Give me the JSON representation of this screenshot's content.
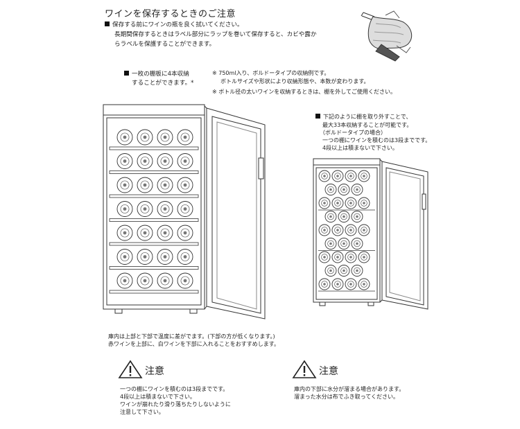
{
  "page_title": "ワインを保存するときのご注意",
  "intro": {
    "line1": "保存する前にワインの瓶を良く拭いてください。",
    "line2": "長期間保存するときはラベル部分にラップを巻いて保存すると、カビや露か",
    "line3": "らラベルを保護することができます。"
  },
  "capacity_note": {
    "line1": "一枚の棚板に4本収納",
    "line2": "することができます。*"
  },
  "footnotes": {
    "note1_line1": "※ 750ml入り、ボルドータイプの収納例です。",
    "note1_line2": "ボトルサイズや形状により収納形態や、本数が変わります。",
    "note2": "※ ボトル径の太いワインを収納するときは、棚を外してご使用ください。"
  },
  "removal_note": {
    "line1": "下記のように棚を取り外すことで、",
    "line2": "最大33本収納することが可能です。",
    "line3": "（ボルドータイプの場合）",
    "line4": "一つの棚にワインを積むのは3段までです。",
    "line5": "4段以上は積まないで下さい。"
  },
  "temperature_note": {
    "line1": "庫内は上部と下部で温度に差がでます。(下部の方が低くなります。)",
    "line2": "赤ワインを上部に、白ワインを下部に入れることをおすすめします。"
  },
  "caution_left": {
    "title": "注意",
    "line1": "一つの棚にワインを積むのは3段までです。",
    "line2": "4段以上は積まないで下さい。",
    "line3": "ワインが崩れたり滑り落ちたりしないように",
    "line4": "注意して下さい。"
  },
  "caution_right": {
    "title": "注意",
    "line1": "庫内の下部に水分が溜まる場合があります。",
    "line2": "溜まった水分は布でふき取ってください。"
  }
}
